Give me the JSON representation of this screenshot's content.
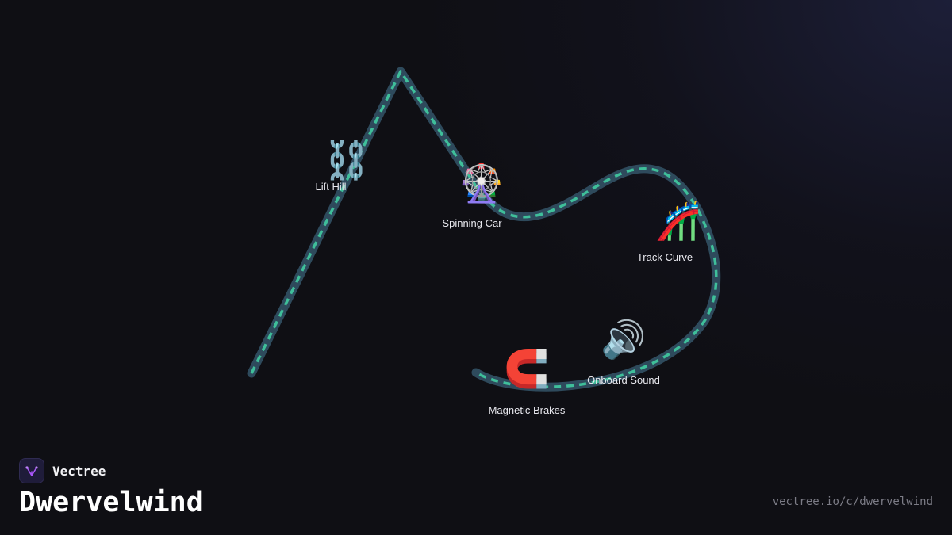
{
  "brand": {
    "name": "Vectree",
    "logo_icon": "vectree-logo-icon",
    "accent_color": "#a855f7"
  },
  "coaster": {
    "title": "Dwervelwind",
    "url": "vectree.io/c/dwervelwind"
  },
  "track": {
    "outline_color": "#2e4a5c",
    "dash_color": "#3fbf9a"
  },
  "features": [
    {
      "id": "lift-hill",
      "label": "Lift Hill",
      "icon": "⛓️",
      "icon_name": "chain-icon"
    },
    {
      "id": "spinning-car",
      "label": "Spinning Car",
      "icon": "🎡",
      "icon_name": "ferris-wheel-icon"
    },
    {
      "id": "track-curve",
      "label": "Track Curve",
      "icon": "🎢",
      "icon_name": "roller-coaster-icon"
    },
    {
      "id": "onboard-sound",
      "label": "Onboard Sound",
      "icon": "🔊",
      "icon_name": "speaker-icon"
    },
    {
      "id": "magnetic-brakes",
      "label": "Magnetic Brakes",
      "icon": "🧲",
      "icon_name": "magnet-icon"
    }
  ]
}
